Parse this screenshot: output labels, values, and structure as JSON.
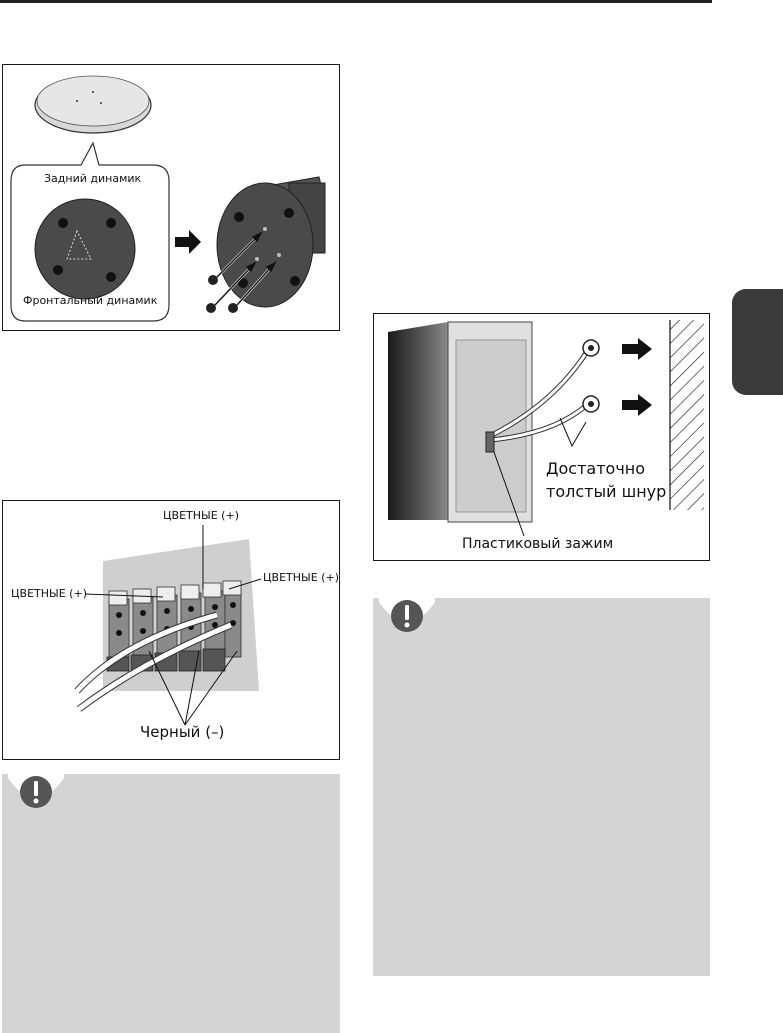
{
  "figure_stand": {
    "label_rear": "Задний динамик",
    "label_front": "Фронтальный динамик"
  },
  "figure_wiring": {
    "label_color_top": "ЦВЕТНЫЕ (+)",
    "label_color_left": "ЦВЕТНЫЕ (+)",
    "label_color_right": "ЦВЕТНЫЕ (+)",
    "label_black": "Черный (–)"
  },
  "figure_wall": {
    "label_cord_line1": "Достаточно",
    "label_cord_line2": "толстый шнур",
    "label_clip": "Пластиковый зажим"
  },
  "colors": {
    "caution_bg": "#d4d4d4",
    "tab": "#3a3a3a"
  }
}
